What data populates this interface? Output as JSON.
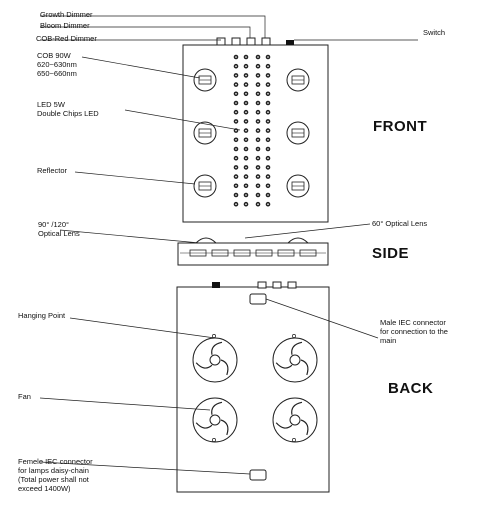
{
  "labels": {
    "growth_dimmer": "Growth Dimmer",
    "bloom_dimmer": "Bloom Dimmer",
    "cob_red_dimmer": "COB-Red Dimmer",
    "switch": "Switch",
    "cob_spec": "COB 90W\n620~630nm\n650~660nm",
    "led_spec": "LED 5W\nDouble Chips LED",
    "reflector": "Reflector",
    "optical_lens_90_120": "90° /120°\nOptical Lens",
    "optical_lens_60": "60° Optical Lens",
    "hanging_point": "Hanging Point",
    "male_iec": "Male IEC connector\nfor connection to the\nmain",
    "fan": "Fan",
    "female_iec": "Femele IEC connector\nfor lamps daisy-chain\n(Total power shall not\nexceed 1400W)"
  },
  "sections": {
    "front": "FRONT",
    "side": "SIDE",
    "back": "BACK"
  },
  "colors": {
    "line": "#222222",
    "panel_fill": "#ffffff"
  }
}
